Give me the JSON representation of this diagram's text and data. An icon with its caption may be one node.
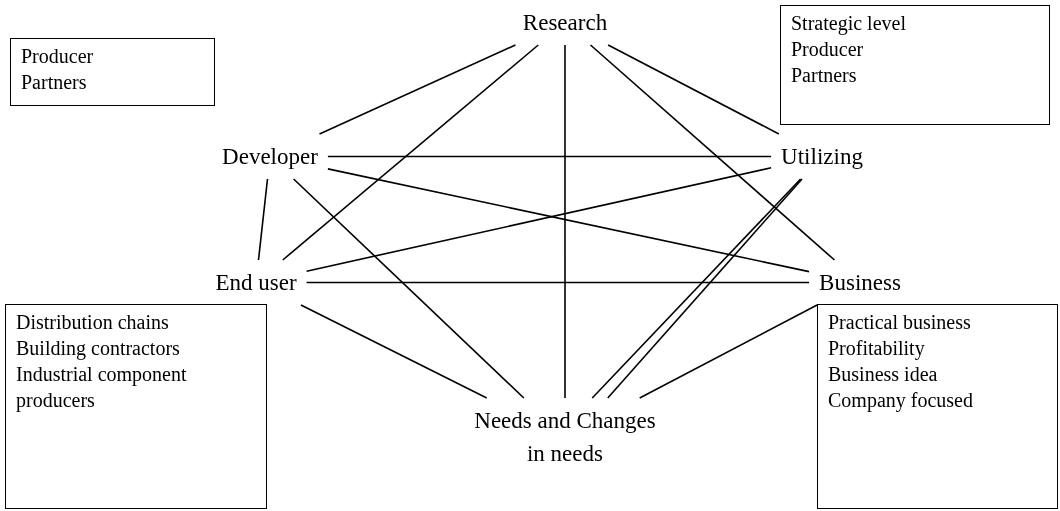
{
  "diagram": {
    "nodes": [
      {
        "text": [
          "Research"
        ]
      },
      {
        "text": [
          "Developer"
        ]
      },
      {
        "text": [
          "Utilizing"
        ]
      },
      {
        "text": [
          "End user"
        ]
      },
      {
        "text": [
          "Business"
        ]
      },
      {
        "text": [
          "Needs and Changes in needs"
        ]
      },
      {
        "text": [
          "Producer",
          "Partners"
        ]
      },
      {
        "text": [
          "Strategic level",
          "Producer",
          "Partners"
        ]
      },
      {
        "text": [
          "Distribution chains",
          "Building contractors",
          "Industrial component producers"
        ]
      },
      {
        "text": [
          "Practical business",
          "Profitability",
          "Business idea",
          "Company focused"
        ]
      }
    ],
    "edges": [
      {
        "from": 0,
        "to": 1,
        "arrow": "none"
      },
      {
        "from": 0,
        "to": 3,
        "arrow": "none"
      },
      {
        "from": 0,
        "to": 5,
        "arrow": "none"
      },
      {
        "from": 0,
        "to": 4,
        "arrow": "none"
      },
      {
        "from": 0,
        "to": 2,
        "arrow": "none"
      },
      {
        "from": 1,
        "to": 2,
        "arrow": "none"
      },
      {
        "from": 1,
        "to": 4,
        "arrow": "none"
      },
      {
        "from": 1,
        "to": 3,
        "arrow": "none"
      },
      {
        "from": 1,
        "to": 5,
        "arrow": "none"
      },
      {
        "from": 2,
        "to": 3,
        "arrow": "none"
      },
      {
        "from": 2,
        "to": 5,
        "arrow": "none"
      },
      {
        "from": 2,
        "to": 5,
        "arrow": "none"
      },
      {
        "from": 3,
        "to": 4,
        "arrow": "none"
      },
      {
        "from": 3,
        "to": 5,
        "arrow": "none"
      },
      {
        "from": 4,
        "to": 5,
        "arrow": "none"
      }
    ]
  }
}
